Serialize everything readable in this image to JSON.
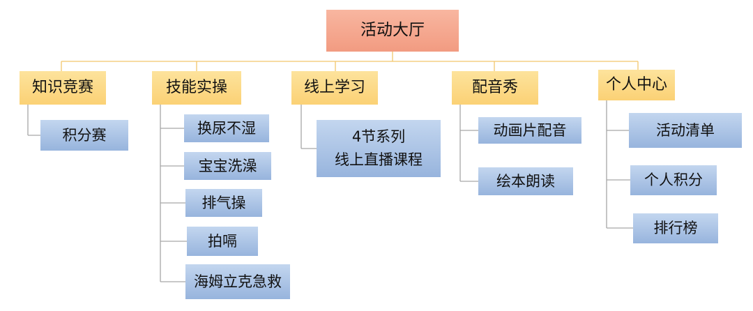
{
  "root": {
    "label": "活动大厅"
  },
  "categories": [
    {
      "label": "知识竞赛",
      "children": [
        {
          "lines": [
            "积分赛"
          ]
        }
      ]
    },
    {
      "label": "技能实操",
      "children": [
        {
          "lines": [
            "换尿不湿"
          ]
        },
        {
          "lines": [
            "宝宝洗澡"
          ]
        },
        {
          "lines": [
            "排气操"
          ]
        },
        {
          "lines": [
            "拍嗝"
          ]
        },
        {
          "lines": [
            "海姆立克急救"
          ]
        }
      ]
    },
    {
      "label": "线上学习",
      "children": [
        {
          "lines": [
            "4节系列",
            "线上直播课程"
          ]
        }
      ]
    },
    {
      "label": "配音秀",
      "children": [
        {
          "lines": [
            "动画片配音"
          ]
        },
        {
          "lines": [
            "绘本朗读"
          ]
        }
      ]
    },
    {
      "label": "个人中心",
      "children": [
        {
          "lines": [
            "活动清单"
          ]
        },
        {
          "lines": [
            "个人积分"
          ]
        },
        {
          "lines": [
            "排行榜"
          ]
        }
      ]
    }
  ],
  "colors": {
    "root_fill": "#f5a68c",
    "category_fill": "#fcd98a",
    "leaf_fill": "#a9c2e5",
    "connector_root": "#f2c56b",
    "connector_leaf": "#a6a6a6"
  }
}
